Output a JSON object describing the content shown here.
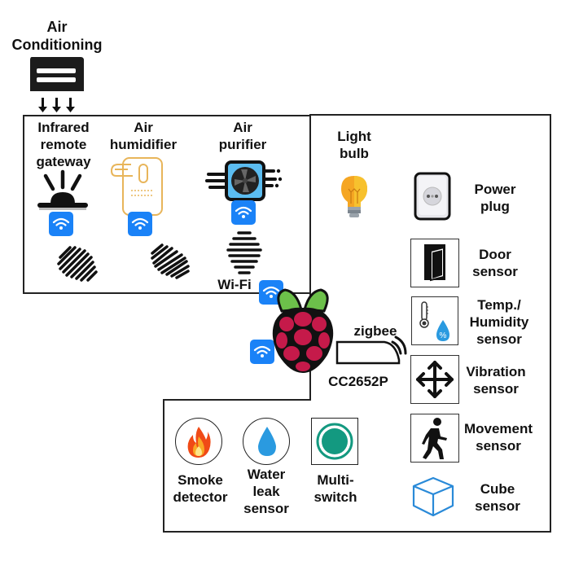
{
  "diagram": {
    "air_conditioning": {
      "label": [
        "Air",
        "Conditioning"
      ],
      "icon": "air-conditioner-icon"
    },
    "wifi_group": {
      "devices": [
        {
          "label": [
            "Infrared",
            "remote",
            "gateway"
          ],
          "icon": "infrared-gateway-icon"
        },
        {
          "label": [
            "Air",
            "humidifier"
          ],
          "icon": "humidifier-icon"
        },
        {
          "label": [
            "Air",
            "purifier"
          ],
          "icon": "air-purifier-icon"
        }
      ],
      "link_label": "Wi-Fi"
    },
    "hub": {
      "icon": "raspberry-pi-icon",
      "dongle_label": "CC2652P",
      "protocol_label": "zigbee"
    },
    "zigbee_devices": [
      {
        "label": [
          "Light",
          "bulb"
        ],
        "icon": "light-bulb-icon"
      },
      {
        "label": [
          "Power",
          "plug"
        ],
        "icon": "power-plug-icon"
      },
      {
        "label": [
          "Door",
          "sensor"
        ],
        "icon": "door-icon"
      },
      {
        "label": [
          "Temp./",
          "Humidity",
          "sensor"
        ],
        "icon": "thermometer-humidity-icon"
      },
      {
        "label": [
          "Vibration",
          "sensor"
        ],
        "icon": "move-arrows-icon"
      },
      {
        "label": [
          "Movement",
          "sensor"
        ],
        "icon": "walking-person-icon"
      },
      {
        "label": [
          "Cube",
          "sensor"
        ],
        "icon": "cube-icon"
      },
      {
        "label": [
          "Smoke",
          "detector"
        ],
        "icon": "flame-icon"
      },
      {
        "label": [
          "Water",
          "leak",
          "sensor"
        ],
        "icon": "water-drop-icon"
      },
      {
        "label": [
          "Multi-",
          "switch"
        ],
        "icon": "round-button-icon"
      }
    ],
    "colors": {
      "wifi_badge": "#1a82f7",
      "raspberry": "#c51a4a",
      "leaf": "#6cc04a",
      "bulb": "#f5a623",
      "humidifier": "#e8b55a",
      "purifier": "#5bbcf0",
      "cube": "#2a8ad8",
      "multi_switch": "#139980",
      "water_drop": "#2a9ae0"
    }
  }
}
